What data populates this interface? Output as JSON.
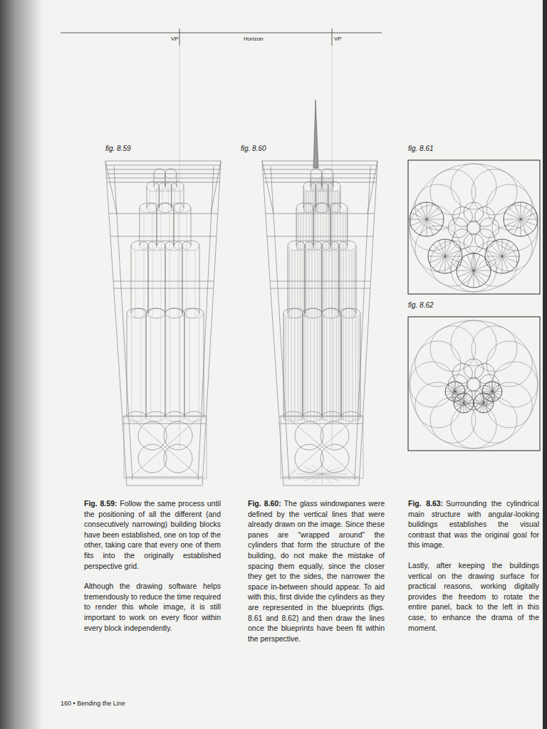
{
  "diagram": {
    "labels": [
      "VP",
      "Horizon",
      "VP",
      "fig. 8.59",
      "fig. 8.60",
      "fig. 8.61",
      "fig. 8.62",
      "Fig. 8.59:",
      "Follow the same process until the positioning of all the different (and consecutively narrowing) building blocks have been established, one on top of the other, taking care that every one of them fits into the originally established perspective grid.",
      "Although the drawing software helps tremendously to reduce the time required to render this whole image, it is still important to work on every floor within every block independently.",
      "Fig. 8.60:",
      "The glass windowpanes were defined by the vertical lines that were already drawn on the image. Since these panes are “wrapped around” the cylinders that form the structure of the building, do not make the mistake of spacing them equally, since the closer they get to the sides, the narrower the space in-between should appear. To aid with this, first divide the cylinders as they are represented in the blueprints (figs. 8.61 and 8.62) and then draw the lines once the blueprints have been fit within the perspective.",
      "Fig. 8.63:",
      "Surrounding the cylindrical main structure with angular-looking buildings establishes the visual contrast that was the original goal for this image.",
      "Lastly, after keeping the buildings vertical on the drawing surface for practical reasons, working digitally provides the freedom to rotate the entire panel, back to the left in this case, to enhance the drama of the moment.",
      "160 • Bending the Line"
    ]
  }
}
